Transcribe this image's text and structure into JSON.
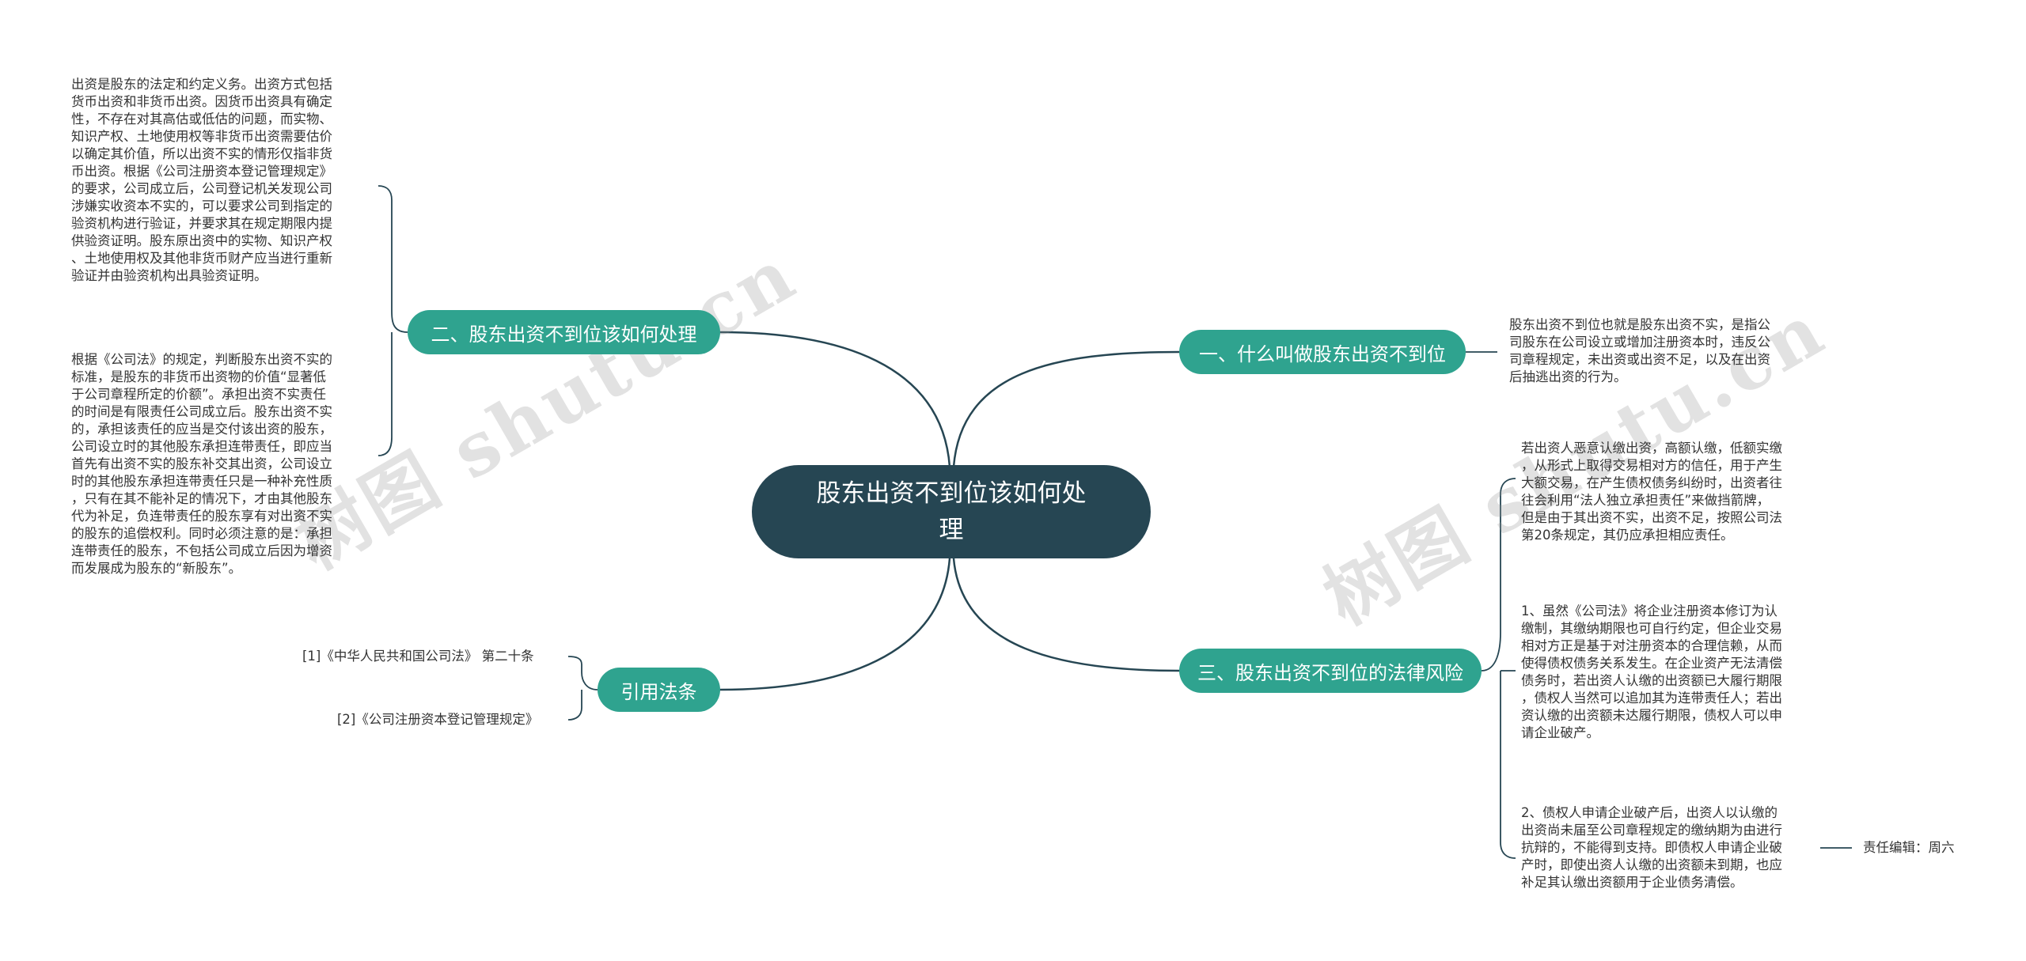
{
  "central": {
    "title": "股东出资不到位该如何处理"
  },
  "branches": {
    "b1": "一、什么叫做股东出资不到位",
    "b2": "二、股东出资不到位该如何处理",
    "b3": "三、股东出资不到位的法律风险",
    "b4": "引用法条"
  },
  "leaves": {
    "b1_leaf": "股东出资不到位也就是股东出资不实，是指公\n司股东在公司设立或增加注册资本时，违反公\n司章程规定，未出资或出资不足，以及在出资\n后抽逃出资的行为。",
    "b2_leaf1": "出资是股东的法定和约定义务。出资方式包括\n货币出资和非货币出资。因货币出资具有确定\n性，不存在对其高估或低估的问题，而实物、\n知识产权、土地使用权等非货币出资需要估价\n以确定其价值，所以出资不实的情形仅指非货\n币出资。根据《公司注册资本登记管理规定》\n的要求，公司成立后，公司登记机关发现公司\n涉嫌实收资本不实的，可以要求公司到指定的\n验资机构进行验证，并要求其在规定期限内提\n供验资证明。股东原出资中的实物、知识产权\n、土地使用权及其他非货币财产应当进行重新\n验证并由验资机构出具验资证明。",
    "b2_leaf2": "根据《公司法》的规定，判断股东出资不实的\n标准，是股东的非货币出资物的价值“显著低\n于公司章程所定的价额”。承担出资不实责任\n的时间是有限责任公司成立后。股东出资不实\n的，承担该责任的应当是交付该出资的股东，\n公司设立时的其他股东承担连带责任，即应当\n首先有出资不实的股东补交其出资，公司设立\n时的其他股东承担连带责任只是一种补充性质\n，只有在其不能补足的情况下，才由其他股东\n代为补足，负连带责任的股东享有对出资不实\n的股东的追偿权利。同时必须注意的是：承担\n连带责任的股东，不包括公司成立后因为增资\n而发展成为股东的“新股东”。",
    "b3_leaf1": "若出资人恶意认缴出资，高额认缴，低额实缴\n，从形式上取得交易相对方的信任，用于产生\n大额交易，在产生债权债务纠纷时，出资者往\n往会利用“法人独立承担责任”来做挡箭牌，\n但是由于其出资不实，出资不足，按照公司法\n第20条规定，其仍应承担相应责任。",
    "b3_leaf2": "1、虽然《公司法》将企业注册资本修订为认\n缴制，其缴纳期限也可自行约定，但企业交易\n相对方正是基于对注册资本的合理信赖，从而\n使得债权债务关系发生。在企业资产无法清偿\n债务时，若出资人认缴的出资额已大履行期限\n，债权人当然可以追加其为连带责任人；若出\n资认缴的出资额未达履行期限，债权人可以申\n请企业破产。",
    "b3_leaf3": "2、债权人申请企业破产后，出资人以认缴的\n出资尚未届至公司章程规定的缴纳期为由进行\n抗辩的，不能得到支持。即债权人申请企业破\n产时，即使出资人认缴的出资额未到期，也应\n补足其认缴出资额用于企业债务清偿。",
    "b3_editor": "责任编辑：周六",
    "b4_ref1": "[1]《中华人民共和国公司法》 第二十条",
    "b4_ref2": "[2]《公司注册资本登记管理规定》"
  },
  "watermarks": [
    "树图 shutu.cn",
    "树图 shutu.cn"
  ],
  "colors": {
    "central_fill": "#264653",
    "branch_fill": "#2fa38f",
    "connector": "#264653",
    "text": "#333333"
  }
}
